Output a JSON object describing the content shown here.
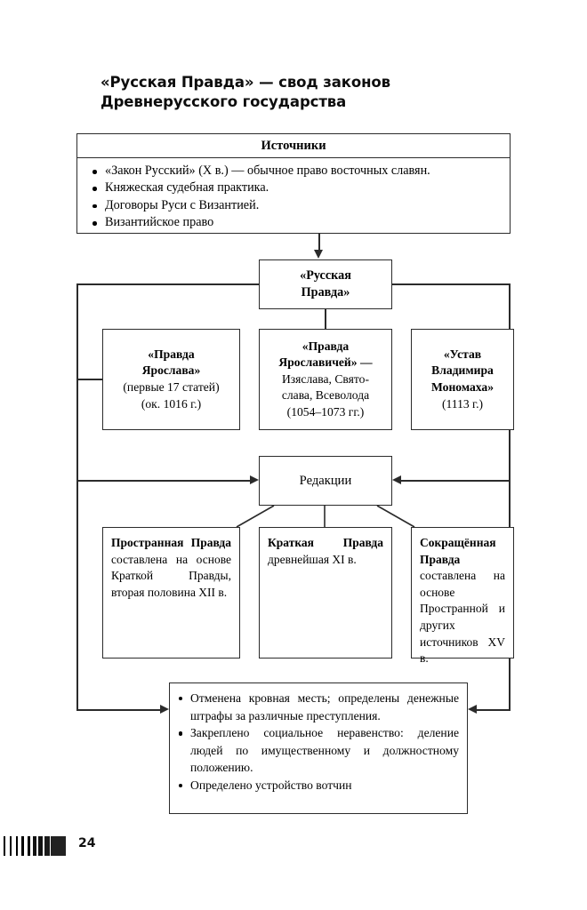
{
  "page": {
    "title_line1": "«Русская Правда» — свод законов",
    "title_line2": "Древнерусского государства",
    "page_number": "24",
    "barcode": "barcode-stripes"
  },
  "sources": {
    "header": "Источники",
    "items": [
      "«Закон Русский» (X в.) — обычное право восточных славян.",
      "Княжеская судебная практика.",
      "Договоры Руси с Византией.",
      "Византийское право"
    ]
  },
  "central": {
    "line1": "«Русская",
    "line2": "Правда»"
  },
  "parts": [
    {
      "bold": [
        "«Правда",
        "Ярослава»"
      ],
      "plain": [
        "(первые 17 статей)",
        "(ок. 1016 г.)"
      ]
    },
    {
      "bold": [
        "«Правда",
        "Ярославичей» —"
      ],
      "plain": [
        "Изяслава, Свято-",
        "слава, Всеволода",
        "(1054–1073 гг.)"
      ]
    },
    {
      "bold": [
        "«Устав",
        "Владимира",
        "Мономаха»"
      ],
      "plain": [
        "(1113 г.)"
      ]
    }
  ],
  "editions": {
    "label": "Редакции",
    "items": [
      {
        "bold": "Пространная Правда",
        "rest": " составлена на основе Краткой Правды, вторая половина XII в."
      },
      {
        "bold": "Краткая Правда",
        "rest": " древнейшая XI в."
      },
      {
        "bold": "Сокращённая Правда",
        "rest": " составлена на основе Пространной и других источников XV в."
      }
    ]
  },
  "results": {
    "items": [
      "Отменена кровная месть; определены денежные штрафы за различные преступления.",
      "Закреплено социальное неравенство: деление людей по имущественному и должностному положению.",
      "Определено устройство вотчин"
    ]
  },
  "colors": {
    "line": "#2b2b2b",
    "text": "#000000",
    "background": "#ffffff"
  }
}
